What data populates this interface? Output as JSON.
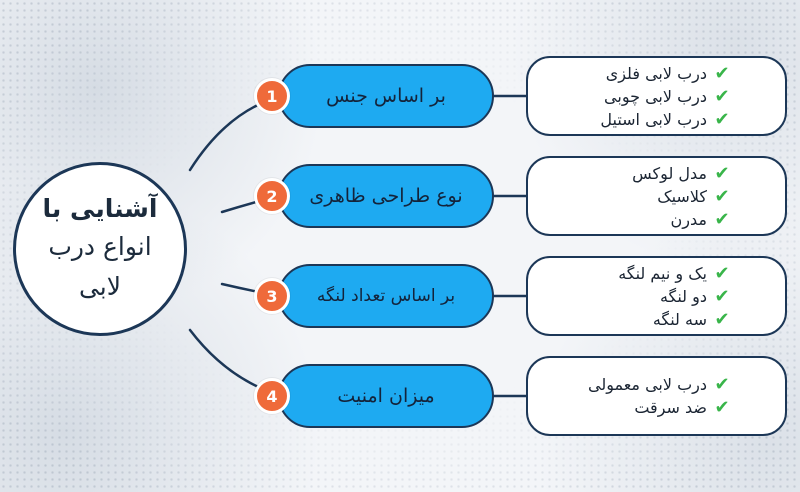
{
  "center": {
    "line1": "آشنایی با",
    "line2": "انواع درب",
    "line3": "لابی"
  },
  "colors": {
    "category_fill": "#1eaaf1",
    "badge_fill": "#ef6a3a",
    "outline": "#1c3757",
    "check": "#39b54a"
  },
  "check_icon": "check-mark-icon",
  "categories": [
    {
      "number": "1",
      "label": "بر اساس جنس",
      "options": [
        "درب لابی فلزی",
        "درب لابی چوبی",
        "درب لابی استیل"
      ]
    },
    {
      "number": "2",
      "label": "نوع طراحی ظاهری",
      "options": [
        "مدل لوکس",
        "کلاسیک",
        "مدرن"
      ]
    },
    {
      "number": "3",
      "label": "بر اساس تعداد لنگه",
      "options": [
        "یک و نیم لنگه",
        "دو لنگه",
        "سه لنگه"
      ]
    },
    {
      "number": "4",
      "label": "میزان امنیت",
      "options": [
        "درب لابی معمولی",
        "ضد سرقت"
      ]
    }
  ]
}
